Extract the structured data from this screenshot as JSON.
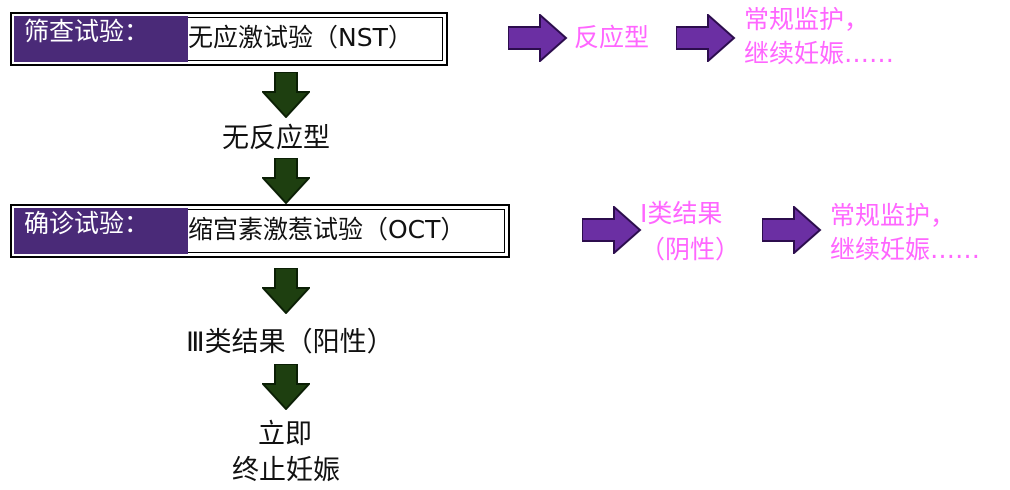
{
  "colors": {
    "label_bg": "#4a2a78",
    "label_text": "#ffffff",
    "pink_text": "#ff66ff",
    "right_arrow": "#6b2fa3",
    "down_arrow": "#1e3f10"
  },
  "screening": {
    "label": "筛查试验：",
    "test": "无应激试验（NST）",
    "result": "反应型",
    "action_line1": "常规监护，",
    "action_line2": "继续妊娠……"
  },
  "after_screening": {
    "result": "无反应型"
  },
  "diagnosis": {
    "label": "确诊试验：",
    "test": "缩宫素激惹试验（OCT）",
    "neg_result_line1": "Ⅰ类结果",
    "neg_result_line2": "（阴性）",
    "action_line1": "常规监护，",
    "action_line2": "继续妊娠……"
  },
  "positive": {
    "result": "Ⅲ类结果（阳性）",
    "action_line1": "立即",
    "action_line2": "终止妊娠"
  }
}
